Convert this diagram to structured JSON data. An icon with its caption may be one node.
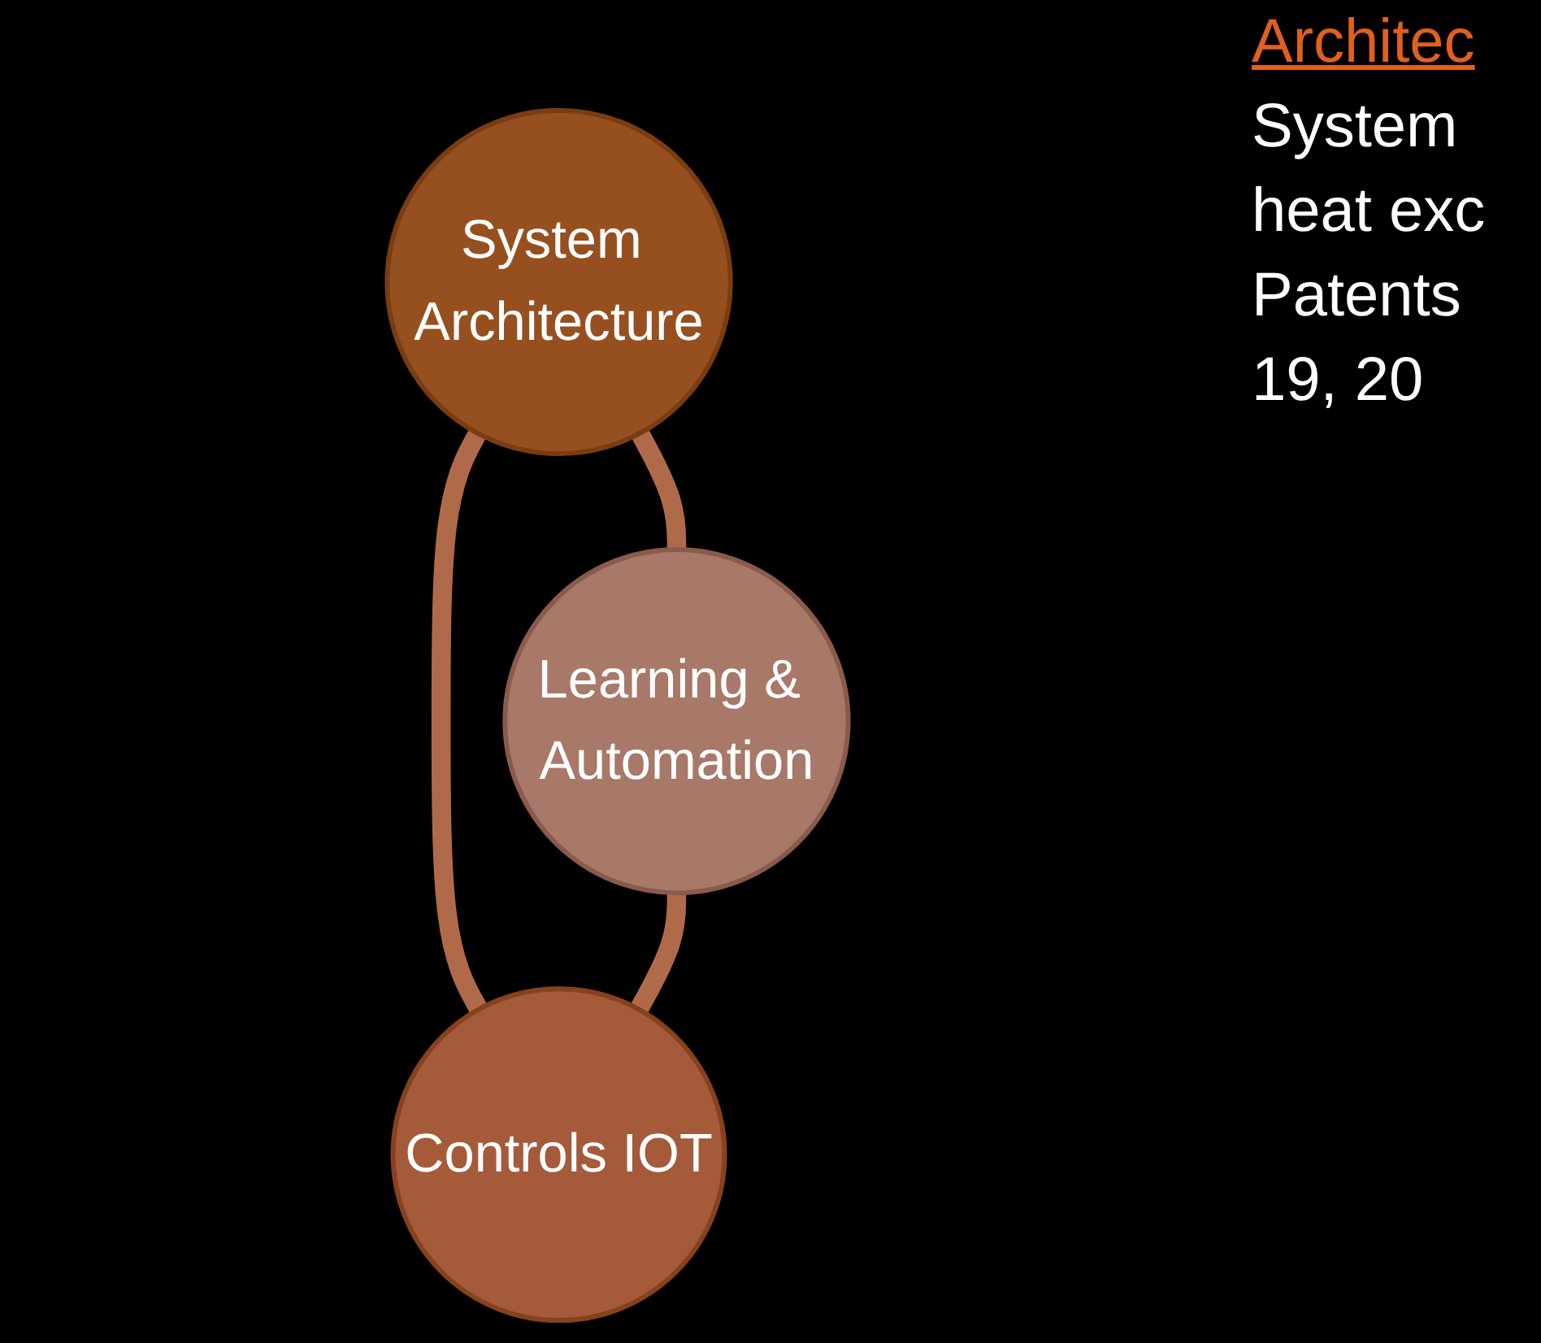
{
  "diagram": {
    "nodes": [
      {
        "text": [
          "System Architecture"
        ]
      },
      {
        "text": [
          "Learning & Automation"
        ]
      },
      {
        "text": [
          "Controls IOT"
        ]
      }
    ],
    "edges": [
      {
        "from": 0,
        "to": 1,
        "arrow": "none"
      },
      {
        "from": 0,
        "to": 2,
        "arrow": "none"
      },
      {
        "from": 1,
        "to": 2,
        "arrow": "none"
      }
    ],
    "labels": [
      "Architec",
      "System heat exc Patents 19, 20"
    ]
  }
}
